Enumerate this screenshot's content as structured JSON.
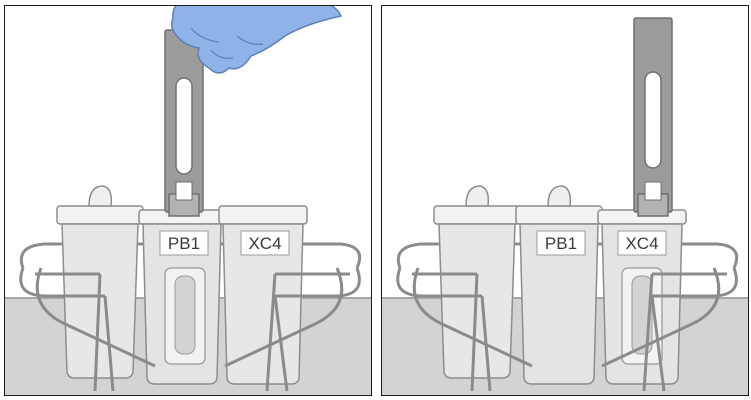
{
  "panels": [
    {
      "containers": [
        {
          "label": ""
        },
        {
          "label": "PB1"
        },
        {
          "label": "XC4"
        }
      ]
    },
    {
      "containers": [
        {
          "label": ""
        },
        {
          "label": "PB1"
        },
        {
          "label": "XC4"
        }
      ]
    }
  ],
  "colors": {
    "counter_top": "#d2d4d3",
    "counter_edge": "#9a9c9b",
    "container_fill": "#e6e8e7",
    "container_stroke": "#8c8e8d",
    "rack_wire": "#8a8c8b",
    "glove": "#8fb3e8",
    "card": "#9a9b9a"
  },
  "icons": [
    "gloved-hand-icon",
    "test-strip-card-icon",
    "wire-rack-icon"
  ]
}
